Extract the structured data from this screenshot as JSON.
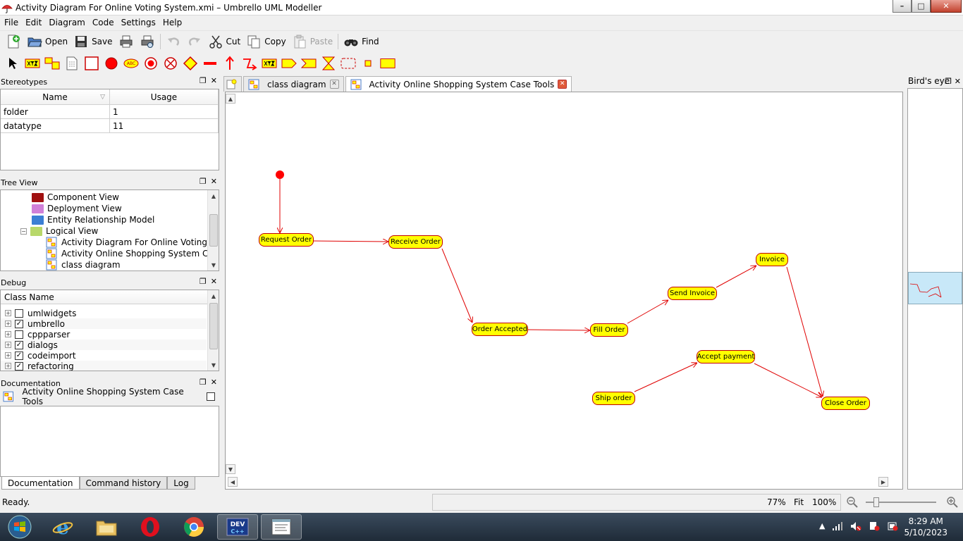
{
  "window": {
    "title": "Activity Diagram For Online Voting System.xmi – Umbrello UML Modeller",
    "controls": {
      "minimize": "–",
      "maximize": "□",
      "close": "✕"
    }
  },
  "menu": [
    "File",
    "Edit",
    "Diagram",
    "Code",
    "Settings",
    "Help"
  ],
  "toolbar": {
    "open": "Open",
    "save": "Save",
    "cut": "Cut",
    "copy": "Copy",
    "paste": "Paste",
    "find": "Find"
  },
  "stereotypes": {
    "title": "Stereotypes",
    "col_name": "Name",
    "col_usage": "Usage",
    "rows": [
      {
        "name": "folder",
        "usage": "1"
      },
      {
        "name": "datatype",
        "usage": "11"
      }
    ]
  },
  "tree_view": {
    "title": "Tree View",
    "items": [
      {
        "label": "Component View"
      },
      {
        "label": "Deployment View"
      },
      {
        "label": "Entity Relationship Model"
      },
      {
        "label": "Logical View"
      },
      {
        "label": "Activity Diagram For Online Voting S..."
      },
      {
        "label": "Activity Online Shopping System Ca..."
      },
      {
        "label": "class diagram"
      }
    ]
  },
  "debug": {
    "title": "Debug",
    "col_class": "Class Name",
    "rows": [
      {
        "name": "umlwidgets",
        "checked": false
      },
      {
        "name": "umbrello",
        "checked": true
      },
      {
        "name": "cppparser",
        "checked": false
      },
      {
        "name": "dialogs",
        "checked": true
      },
      {
        "name": "codeimport",
        "checked": true
      },
      {
        "name": "refactoring",
        "checked": true
      }
    ]
  },
  "documentation": {
    "title": "Documentation",
    "field": "Activity Online Shopping System Case Tools",
    "tabs": [
      "Documentation",
      "Command history",
      "Log"
    ]
  },
  "tabs": [
    {
      "label": "class diagram"
    },
    {
      "label": "Activity Online Shopping System Case Tools"
    }
  ],
  "diagram": {
    "states": {
      "request_order": "Request Order",
      "receive_order": "Receive Order",
      "order_accepted": "Order Accepted",
      "fill_order": "Fill Order",
      "send_invoice": "Send Invoice",
      "invoice": "Invoice",
      "accept_payment": "Accept payment",
      "ship_order": "Ship order",
      "close_order": "Close Order"
    }
  },
  "birds_eye": {
    "title": "Bird's eye"
  },
  "status": {
    "text": "Ready.",
    "zoom": "77%",
    "fit": "Fit",
    "full": "100%"
  },
  "clock": {
    "time": "8:29 AM",
    "date": "5/10/2023"
  },
  "colors": {
    "state_fill": "#ffff00",
    "state_border": "#c00000",
    "edge": "#e00000"
  }
}
